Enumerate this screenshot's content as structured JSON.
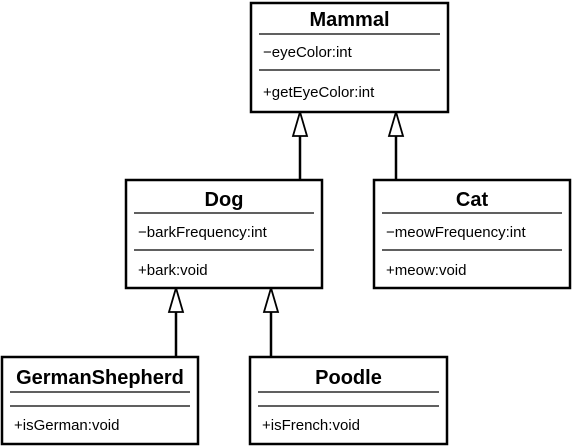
{
  "classes": {
    "mammal": {
      "name": "Mammal",
      "attributes": [
        "−eyeColor:int"
      ],
      "methods": [
        "+getEyeColor:int"
      ]
    },
    "dog": {
      "name": "Dog",
      "attributes": [
        "−barkFrequency:int"
      ],
      "methods": [
        "+bark:void"
      ]
    },
    "cat": {
      "name": "Cat",
      "attributes": [
        "−meowFrequency:int"
      ],
      "methods": [
        "+meow:void"
      ]
    },
    "german_shepherd": {
      "name": "GermanShepherd",
      "attributes": [],
      "methods": [
        "+isGerman:void"
      ]
    },
    "poodle": {
      "name": "Poodle",
      "attributes": [],
      "methods": [
        "+isFrench:void"
      ]
    }
  },
  "relationships": [
    {
      "type": "inheritance",
      "from": "dog",
      "to": "mammal"
    },
    {
      "type": "inheritance",
      "from": "cat",
      "to": "mammal"
    },
    {
      "type": "inheritance",
      "from": "german_shepherd",
      "to": "dog"
    },
    {
      "type": "inheritance",
      "from": "poodle",
      "to": "dog"
    }
  ]
}
